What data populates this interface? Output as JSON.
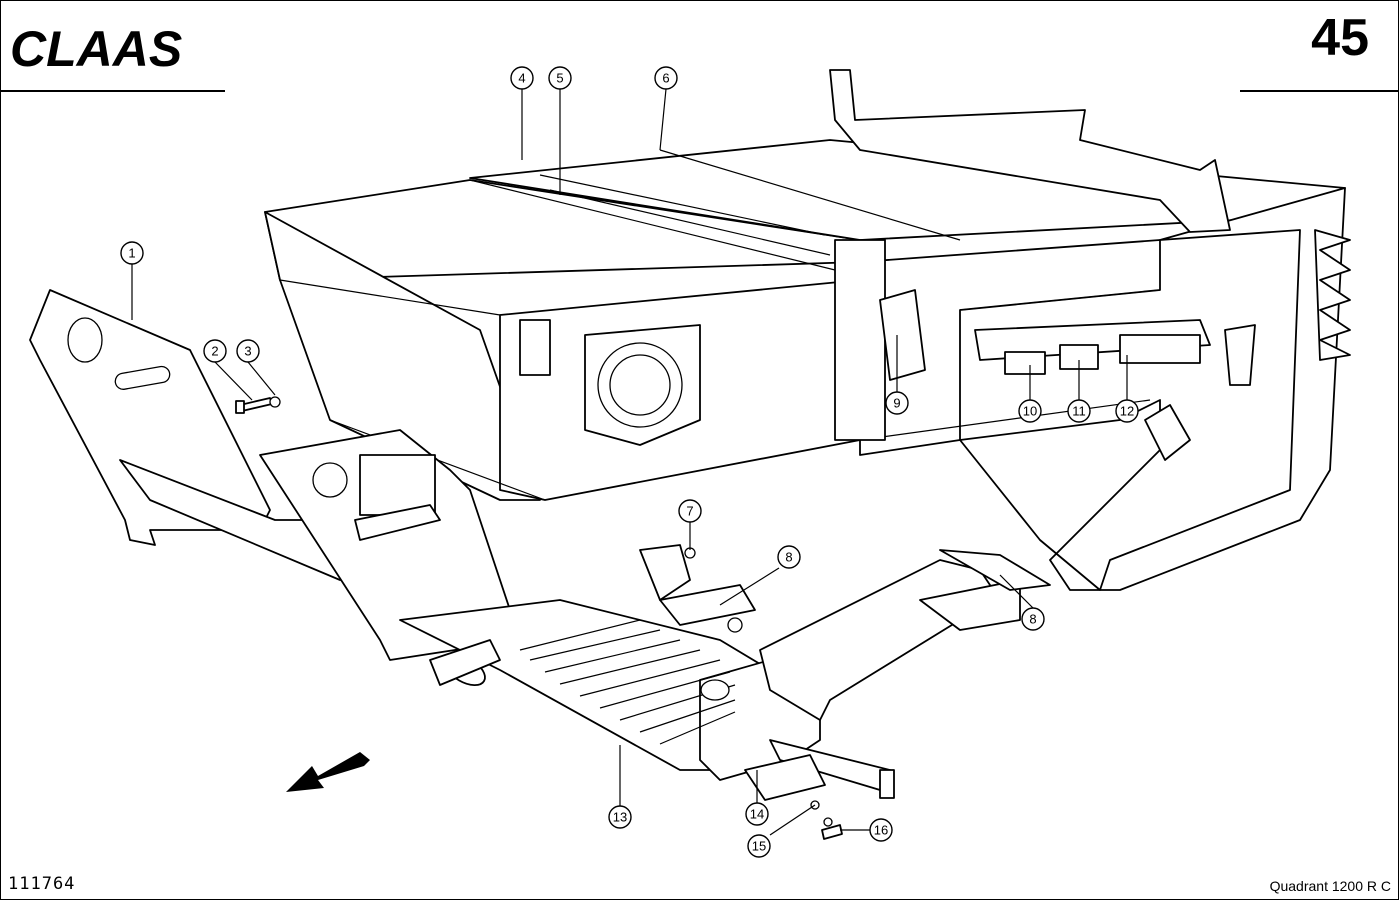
{
  "header": {
    "brand": "CLAAS",
    "page_number": "45"
  },
  "footer": {
    "drawing_id": "111764",
    "model": "Quadrant  1200 R C"
  },
  "callouts": [
    "1",
    "2",
    "3",
    "4",
    "5",
    "6",
    "7",
    "8",
    "8",
    "9",
    "10",
    "11",
    "12",
    "13",
    "14",
    "15",
    "16"
  ]
}
